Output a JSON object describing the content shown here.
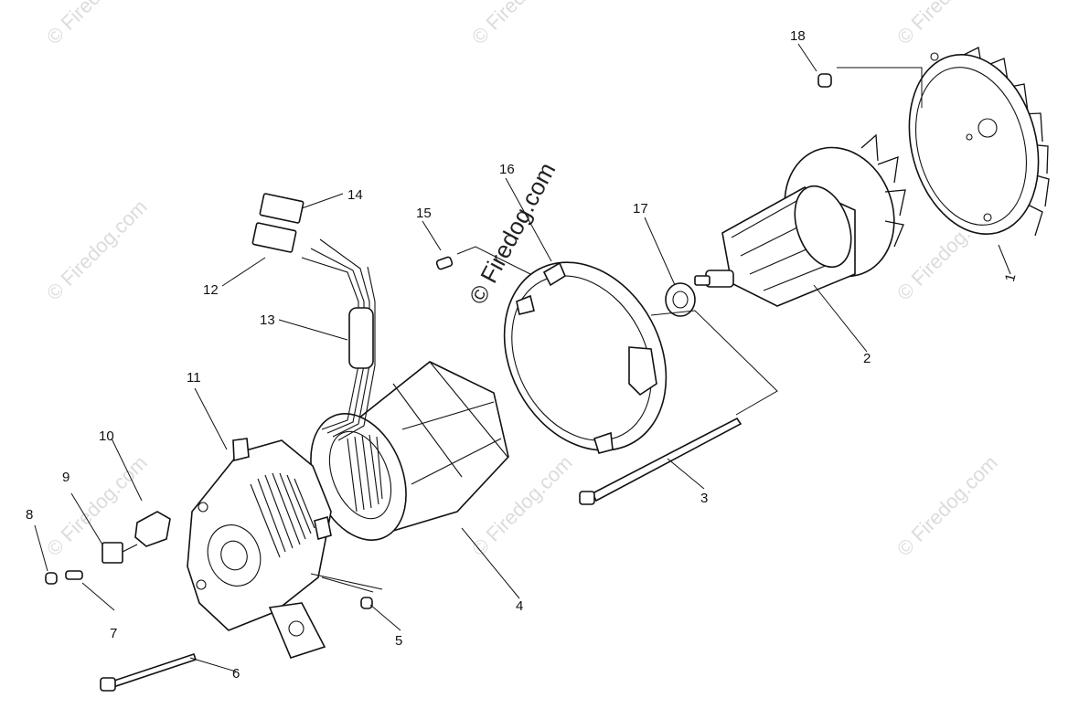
{
  "watermark": {
    "main": "© Firedog.com",
    "faint": "© Firedog.com"
  },
  "callouts": [
    {
      "id": "1",
      "label": "1"
    },
    {
      "id": "2",
      "label": "2"
    },
    {
      "id": "3",
      "label": "3"
    },
    {
      "id": "4",
      "label": "4"
    },
    {
      "id": "5",
      "label": "5"
    },
    {
      "id": "6",
      "label": "6"
    },
    {
      "id": "7",
      "label": "7"
    },
    {
      "id": "8",
      "label": "8"
    },
    {
      "id": "9",
      "label": "9"
    },
    {
      "id": "10",
      "label": "10"
    },
    {
      "id": "11",
      "label": "11"
    },
    {
      "id": "12",
      "label": "12"
    },
    {
      "id": "13",
      "label": "13"
    },
    {
      "id": "14",
      "label": "14"
    },
    {
      "id": "15",
      "label": "15"
    },
    {
      "id": "16",
      "label": "16"
    },
    {
      "id": "17",
      "label": "17"
    },
    {
      "id": "18",
      "label": "18"
    }
  ]
}
